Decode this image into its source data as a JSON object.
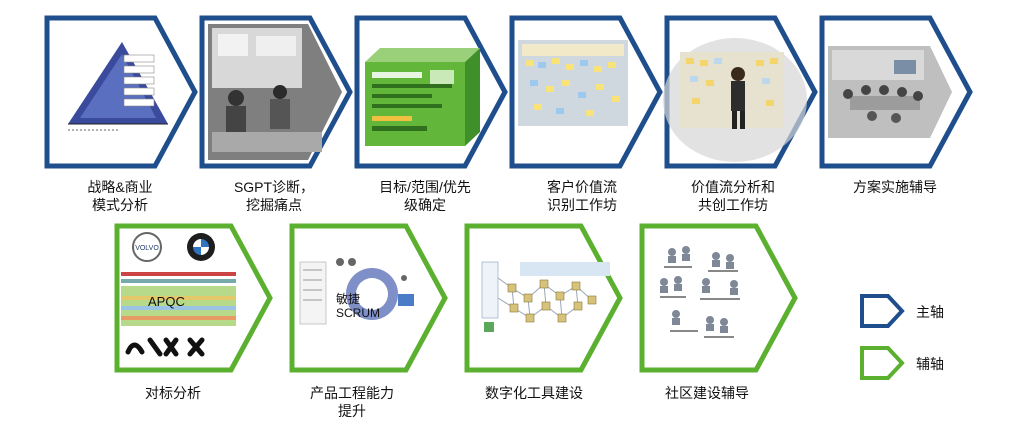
{
  "colors": {
    "main": "#1f4e8c",
    "aux": "#5cb030"
  },
  "main_steps": [
    {
      "label": "战略&商业\n模式分析",
      "icon": "pyramid-icon"
    },
    {
      "label": "SGPT诊断，\n挖掘痛点",
      "icon": "meeting-photo-icon"
    },
    {
      "label": "目标/范围/优先\n级确定",
      "icon": "cube-board-icon"
    },
    {
      "label": "客户价值流\n识别工作坊",
      "icon": "sticky-wall-icon"
    },
    {
      "label": "价值流分析和\n共创工作坊",
      "icon": "presenter-wall-icon"
    },
    {
      "label": "方案实施辅导",
      "icon": "conference-room-icon"
    }
  ],
  "aux_steps": [
    {
      "label": "对标分析",
      "overlay": "APQC",
      "icon": "benchmark-logos-icon"
    },
    {
      "label": "产品工程能力\n提升",
      "overlay": "敏捷\nSCRUM",
      "icon": "scrum-cycle-icon"
    },
    {
      "label": "数字化工具建设",
      "icon": "network-diagram-icon"
    },
    {
      "label": "社区建设辅导",
      "icon": "org-chart-icon"
    }
  ],
  "legend": [
    {
      "label": "主轴",
      "kind": "main"
    },
    {
      "label": "辅轴",
      "kind": "aux"
    }
  ]
}
